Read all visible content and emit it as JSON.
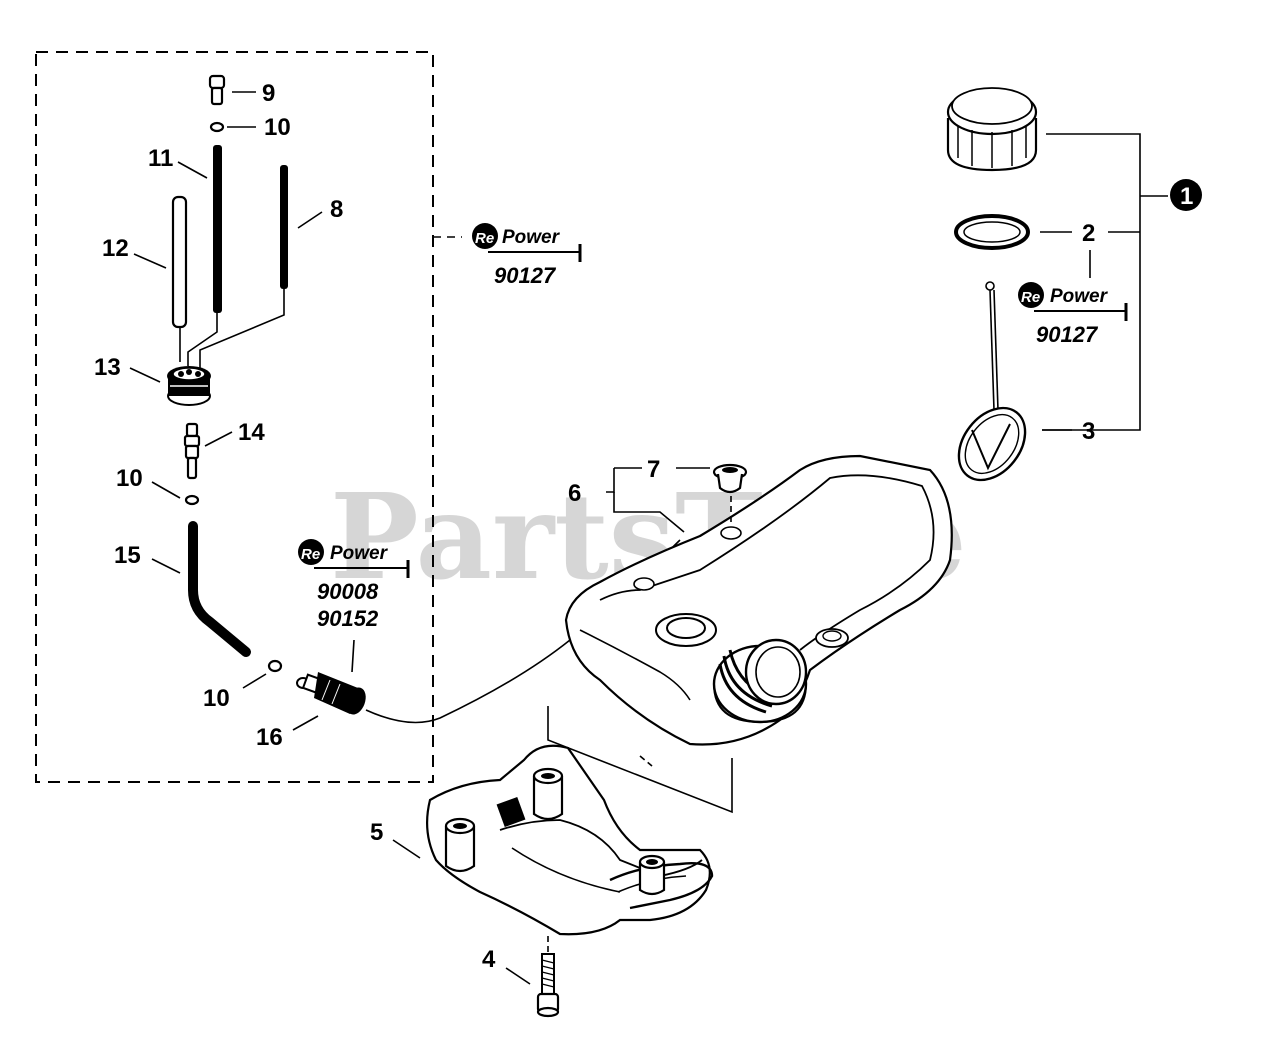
{
  "watermark": {
    "text": "PartsTree",
    "trademark": "™"
  },
  "repower": {
    "re": "Re",
    "word": "Power",
    "codes_kit": "90127",
    "codes_cap": "90127",
    "codes_filter_1": "90008",
    "codes_filter_2": "90152"
  },
  "callouts": {
    "c1": "1",
    "c2": "2",
    "c3": "3",
    "c4": "4",
    "c5": "5",
    "c6": "6",
    "c7": "7",
    "c8": "8",
    "c9": "9",
    "c10a": "10",
    "c10b": "10",
    "c10c": "10",
    "c11": "11",
    "c12": "12",
    "c13": "13",
    "c14": "14",
    "c15": "15",
    "c16": "16"
  }
}
